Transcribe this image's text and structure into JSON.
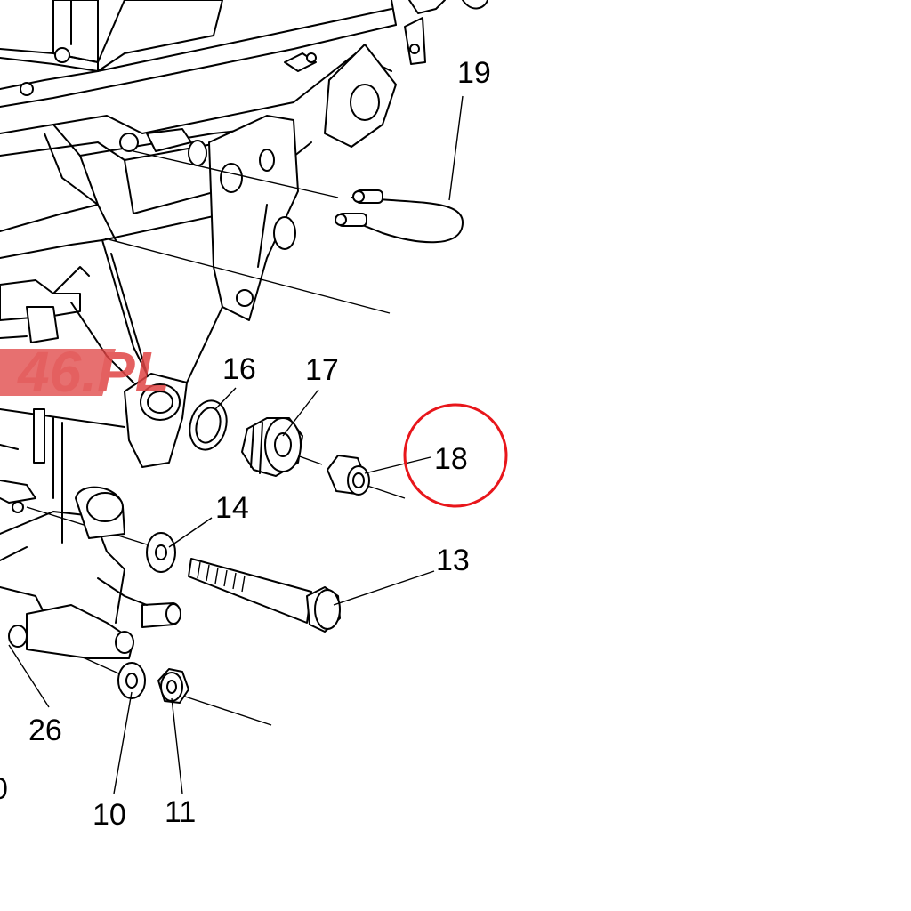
{
  "watermark": {
    "text": "46.PL",
    "color": "#e04545"
  },
  "highlight": {
    "color": "#e8161b",
    "target": "18"
  },
  "labels": {
    "p19": "19",
    "p16": "16",
    "p17": "17",
    "p18": "18",
    "p14": "14",
    "p13": "13",
    "p26": "26",
    "p10": "10",
    "p11": "11",
    "partial": "0"
  }
}
